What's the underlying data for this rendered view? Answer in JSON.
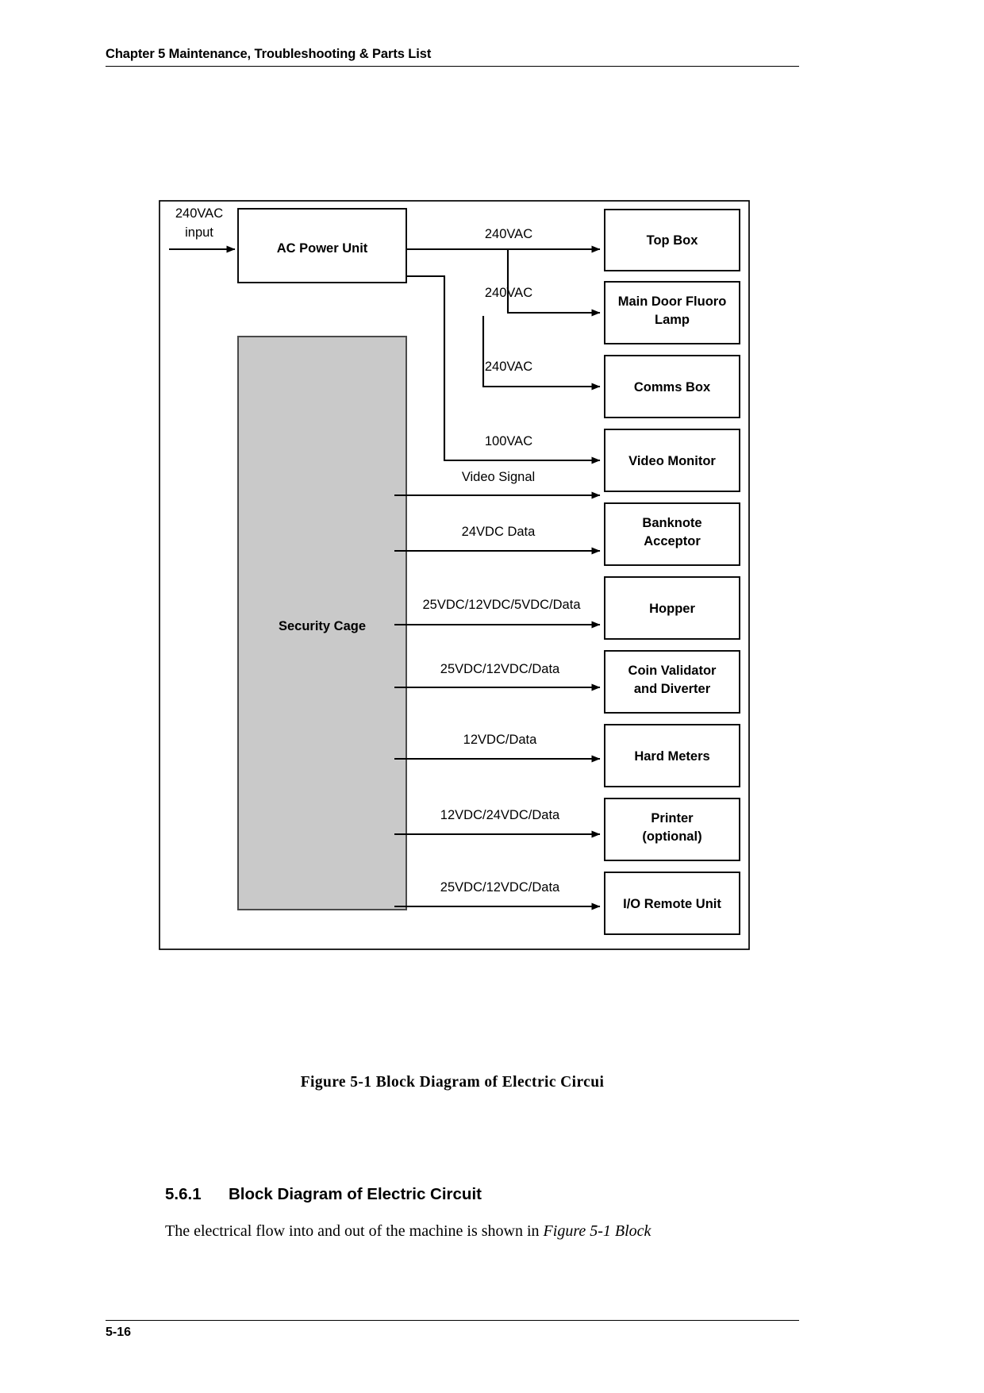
{
  "header": {
    "title": "Chapter 5 Maintenance, Troubleshooting & Parts List"
  },
  "figure": {
    "caption": "Figure 5-1 Block Diagram of Electric Circui",
    "input_label_line1": "240VAC",
    "input_label_line2": "input",
    "source_block": "AC Power Unit",
    "cage_block": "Security Cage",
    "cage_fill": "#c9c9c9",
    "targets": [
      {
        "label_line1": "Top Box",
        "label_line2": "",
        "signal": "240VAC"
      },
      {
        "label_line1": "Main Door Fluoro",
        "label_line2": "Lamp",
        "signal": "240VAC"
      },
      {
        "label_line1": "Comms Box",
        "label_line2": "",
        "signal": "240VAC"
      },
      {
        "label_line1": "Video Monitor",
        "label_line2": "",
        "signal": "100VAC"
      },
      {
        "label_line1": "Banknote",
        "label_line2": "Acceptor",
        "signal": "24VDC Data"
      },
      {
        "label_line1": "Hopper",
        "label_line2": "",
        "signal": "25VDC/12VDC/5VDC/Data"
      },
      {
        "label_line1": "Coin Validator",
        "label_line2": "and Diverter",
        "signal": "25VDC/12VDC/Data"
      },
      {
        "label_line1": "Hard Meters",
        "label_line2": "",
        "signal": "12VDC/Data"
      },
      {
        "label_line1": "Printer",
        "label_line2": "(optional)",
        "signal": "12VDC/24VDC/Data"
      },
      {
        "label_line1": "I/O Remote Unit",
        "label_line2": "",
        "signal": "25VDC/12VDC/Data"
      }
    ],
    "extra_signal": "Video Signal"
  },
  "section": {
    "number": "5.6.1",
    "title": "Block Diagram of Electric Circuit",
    "paragraph_plain": "The electrical flow into and out of the machine is shown in ",
    "paragraph_italic": "Figure 5-1 Block"
  },
  "footer": {
    "page_number": "5-16"
  }
}
